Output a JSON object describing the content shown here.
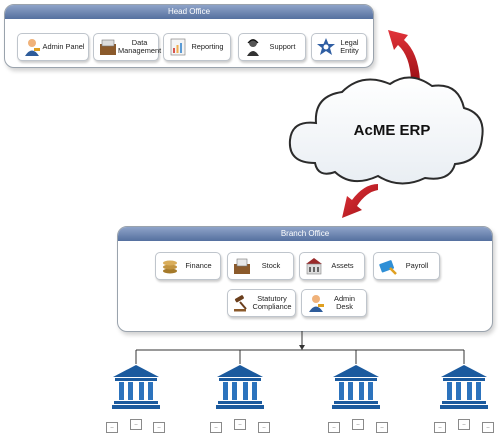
{
  "head_office": {
    "title": "Head Office",
    "modules": [
      {
        "label": "Admin Panel",
        "icon": "admin-panel-icon"
      },
      {
        "label": "Data\nManagement",
        "icon": "data-management-icon"
      },
      {
        "label": "Reporting",
        "icon": "reporting-icon"
      },
      {
        "label": "Support",
        "icon": "support-icon"
      },
      {
        "label": "Legal\nEntity",
        "icon": "legal-entity-icon"
      }
    ]
  },
  "cloud": {
    "title": "AcME ERP"
  },
  "branch_office": {
    "title": "Branch Office",
    "modules": [
      {
        "label": "Finance",
        "icon": "finance-icon"
      },
      {
        "label": "Stock",
        "icon": "stock-icon"
      },
      {
        "label": "Assets",
        "icon": "assets-icon"
      },
      {
        "label": "Payroll",
        "icon": "payroll-icon"
      },
      {
        "label": "Statutory\nCompliance",
        "icon": "statutory-compliance-icon"
      },
      {
        "label": "Admin Desk",
        "icon": "admin-desk-icon"
      }
    ]
  },
  "branches": [
    {
      "icon": "bank-building-icon",
      "nodes": [
        "--",
        "--",
        "--"
      ]
    },
    {
      "icon": "bank-building-icon",
      "nodes": [
        "--",
        "--",
        "--"
      ]
    },
    {
      "icon": "bank-building-icon",
      "nodes": [
        "--",
        "--",
        "--"
      ]
    },
    {
      "icon": "bank-building-icon",
      "nodes": [
        "--",
        "--",
        "--"
      ]
    }
  ],
  "colors": {
    "header_top": "#8ea3c8",
    "header_bottom": "#55709f",
    "arrow_red": "#c4161c",
    "bank_blue": "#1b5a9e"
  }
}
